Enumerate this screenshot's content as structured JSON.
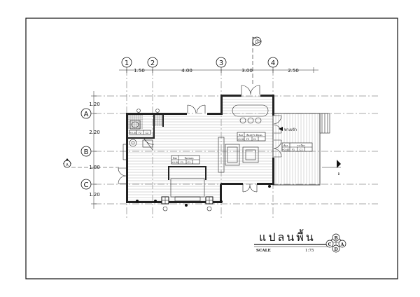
{
  "grid_columns": [
    "1",
    "2",
    "3",
    "4"
  ],
  "grid_rows": [
    "A",
    "B",
    "C"
  ],
  "top_dimensions": [
    "1.50",
    "4.00",
    "3.00",
    "2.50"
  ],
  "left_dimensions": [
    "1.20",
    "2.20",
    "1.80",
    "1.20"
  ],
  "room_tags": {
    "kitchen": {
      "head": [
        "ห้อง",
        "ห้องครัว-ห้องอ.."
      ],
      "vals": [
        "+0.50",
        "F3",
        "C1"
      ]
    },
    "living": {
      "head": [
        "ห้อง",
        "ห้องนอน"
      ],
      "vals": [
        "+0.50",
        "F1",
        "C1"
      ]
    },
    "bath": {
      "vals": [
        "+0.30",
        "F2",
        "C2"
      ]
    },
    "terrace": {
      "head": [
        "ห้อง",
        "ระเบียง"
      ],
      "vals": [
        "+0.40",
        "F1",
        "C1"
      ]
    }
  },
  "labels": {
    "terrace_note": "ทางเข้า"
  },
  "title_block": {
    "title": "แปลนพื้น",
    "scale_label": "SCALE",
    "scale_value": "1:75"
  },
  "section_marks": {
    "top": "D",
    "left": "A",
    "right": "B",
    "key": [
      "B",
      "C",
      "A",
      "D"
    ]
  }
}
